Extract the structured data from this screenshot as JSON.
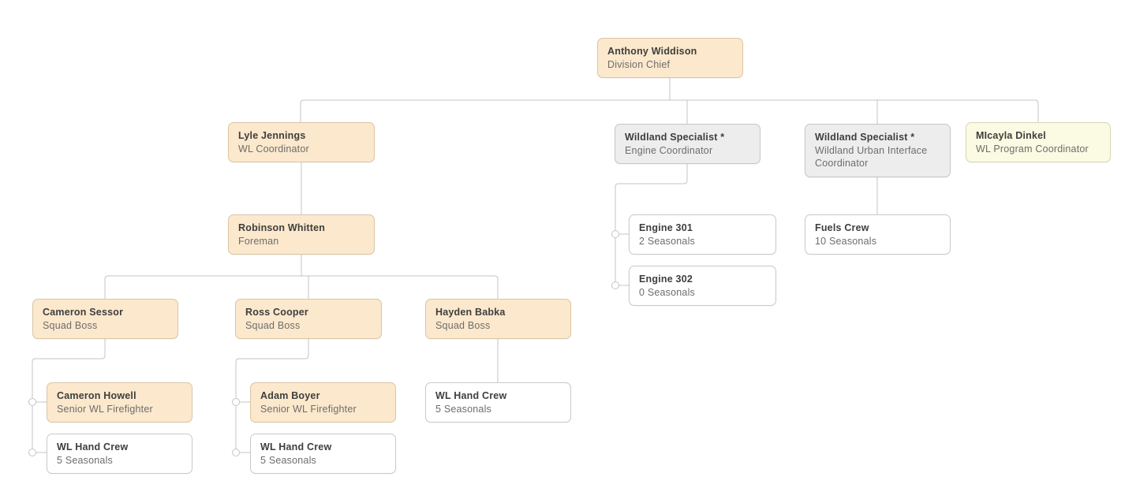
{
  "chart": {
    "type": "org-chart",
    "colors": {
      "leader_fill": "#fce8cc",
      "vacant_fill": "#ededed",
      "program_fill": "#fbfae2",
      "crew_fill": "#ffffff",
      "connector": "#c4c4c4"
    },
    "nodes": {
      "division_chief": {
        "name": "Anthony Widdison",
        "title": "Division Chief"
      },
      "wl_coordinator": {
        "name": "Lyle Jennings",
        "title": "WL Coordinator"
      },
      "engine_coord": {
        "name": "Wildland Specialist *",
        "title": "Engine Coordinator"
      },
      "wui_coord": {
        "name": "Wildland Specialist *",
        "title": "Wildland Urban Interface Coordinator"
      },
      "wl_program": {
        "name": "MIcayla Dinkel",
        "title": "WL Program Coordinator"
      },
      "foreman": {
        "name": "Robinson Whitten",
        "title": "Foreman"
      },
      "engine_301": {
        "name": "Engine 301",
        "title": "2 Seasonals"
      },
      "engine_302": {
        "name": "Engine 302",
        "title": "0 Seasonals"
      },
      "fuels_crew": {
        "name": "Fuels Crew",
        "title": "10 Seasonals"
      },
      "squad_boss_1": {
        "name": "Cameron Sessor",
        "title": "Squad Boss"
      },
      "squad_boss_2": {
        "name": "Ross Cooper",
        "title": "Squad Boss"
      },
      "squad_boss_3": {
        "name": "Hayden Babka",
        "title": "Squad Boss"
      },
      "senior_ff_1": {
        "name": "Cameron Howell",
        "title": "Senior WL Firefighter"
      },
      "hand_crew_1": {
        "name": "WL Hand Crew",
        "title": "5 Seasonals"
      },
      "senior_ff_2": {
        "name": "Adam Boyer",
        "title": "Senior WL Firefighter"
      },
      "hand_crew_2": {
        "name": "WL Hand Crew",
        "title": "5 Seasonals"
      },
      "hand_crew_3": {
        "name": "WL Hand Crew",
        "title": "5 Seasonals"
      }
    }
  }
}
